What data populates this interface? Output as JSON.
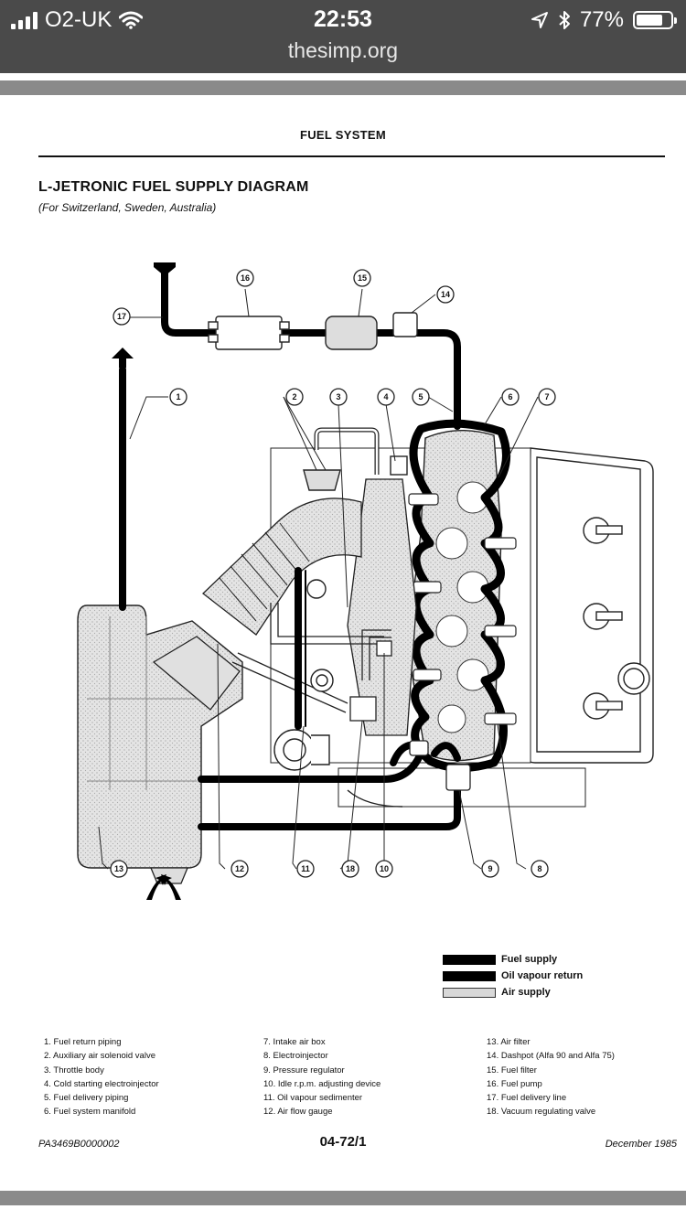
{
  "status_bar": {
    "carrier": "O2-UK",
    "time": "22:53",
    "url": "thesimp.org",
    "battery_percent": "77%",
    "battery_level": 0.77,
    "icons": [
      "signal-icon",
      "wifi-icon",
      "location-icon",
      "bluetooth-icon",
      "battery-icon"
    ]
  },
  "document": {
    "section_title": "FUEL SYSTEM",
    "title": "L-JETRONIC FUEL SUPPLY DIAGRAM",
    "subtitle": "(For Switzerland, Sweden, Australia)",
    "legend": [
      {
        "label": "Fuel supply",
        "swatch": "#000000"
      },
      {
        "label": "Oil vapour return",
        "swatch": "#000000"
      },
      {
        "label": "Air supply",
        "swatch": "#d8d8d8"
      }
    ],
    "parts_columns": [
      [
        "1. Fuel return piping",
        "2. Auxiliary air solenoid valve",
        "3. Throttle body",
        "4. Cold starting electroinjector",
        "5. Fuel delivery piping",
        "6. Fuel system manifold"
      ],
      [
        "7. Intake air box",
        "8. Electroinjector",
        "9. Pressure regulator",
        "10. Idle r.p.m. adjusting device",
        "11. Oil vapour sedimenter",
        "12. Air flow gauge"
      ],
      [
        "13. Air filter",
        "14. Dashpot (Alfa 90 and Alfa 75)",
        "15. Fuel filter",
        "16. Fuel pump",
        "17. Fuel delivery line",
        "18. Vacuum regulating valve"
      ]
    ],
    "callouts": [
      "1",
      "2",
      "3",
      "4",
      "5",
      "6",
      "7",
      "8",
      "9",
      "10",
      "11",
      "12",
      "13",
      "14",
      "15",
      "16",
      "17",
      "18"
    ],
    "footer": {
      "code": "PA3469B0000002",
      "page": "04-72/1",
      "date": "December 1985"
    }
  }
}
